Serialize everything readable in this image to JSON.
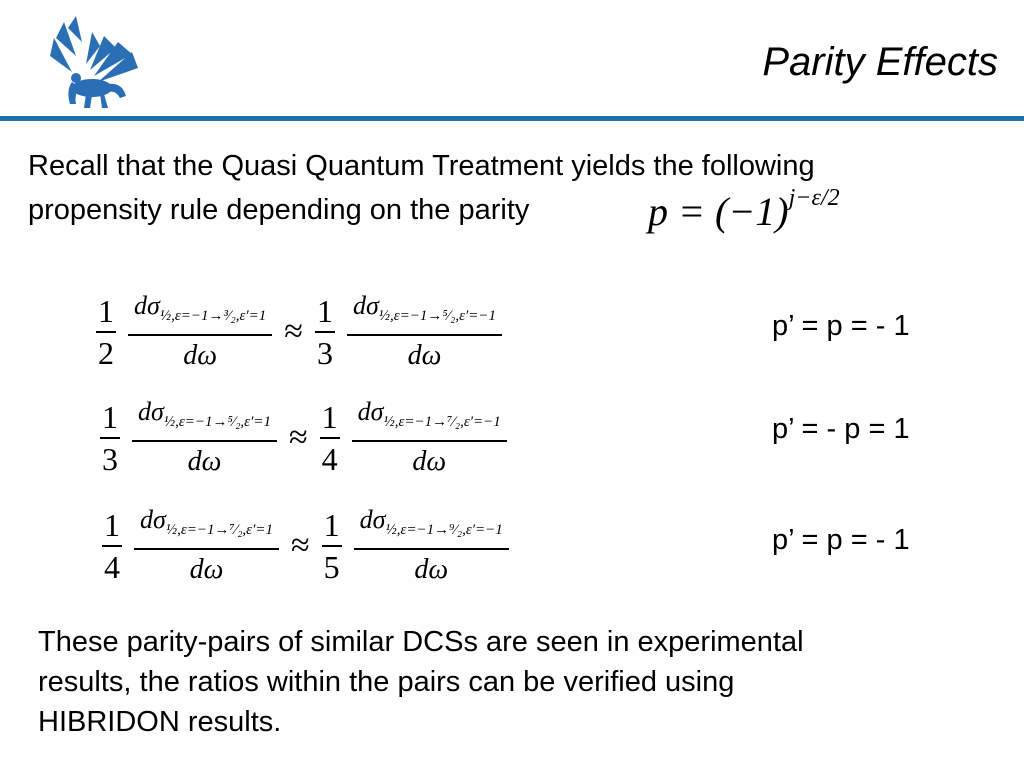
{
  "slide": {
    "title": "Parity Effects",
    "intro_lines": [
      "Recall that the Quasi Quantum Treatment yields the following",
      "propensity rule depending on the parity"
    ],
    "propensity_rule": {
      "lhs": "p = (−1)",
      "exponent": "j−ε/2"
    },
    "equations": [
      {
        "left_coef_num": "1",
        "left_coef_den": "2",
        "left_num": "dσ",
        "left_sub": "½,ε=−1→³⁄₂,ε′=1",
        "left_den": "dω",
        "approx": "≈",
        "right_coef_num": "1",
        "right_coef_den": "3",
        "right_num": "dσ",
        "right_sub": "½,ε=−1→⁵⁄₂,ε′=−1",
        "right_den": "dω",
        "parity": "p’ = p = - 1"
      },
      {
        "left_coef_num": "1",
        "left_coef_den": "3",
        "left_num": "dσ",
        "left_sub": "½,ε=−1→⁵⁄₂,ε′=1",
        "left_den": "dω",
        "approx": "≈",
        "right_coef_num": "1",
        "right_coef_den": "4",
        "right_num": "dσ",
        "right_sub": "½,ε=−1→⁷⁄₂,ε′=−1",
        "right_den": "dω",
        "parity": "p’ = - p = 1"
      },
      {
        "left_coef_num": "1",
        "left_coef_den": "4",
        "left_num": "dσ",
        "left_sub": "½,ε=−1→⁷⁄₂,ε′=1",
        "left_den": "dω",
        "approx": "≈",
        "right_coef_num": "1",
        "right_coef_den": "5",
        "right_num": "dσ",
        "right_sub": "½,ε=−1→⁹⁄₂,ε′=−1",
        "right_den": "dω",
        "parity": "p’ = p = - 1"
      }
    ],
    "conclusion_lines": [
      "These parity-pairs of similar DCSs are seen in experimental",
      "results, the ratios within the pairs can be verified using",
      "HIBRIDON results."
    ],
    "colors": {
      "rule": "#1f6fa8",
      "logo": "#2a6fb5"
    },
    "logo_icon": "griffin-logo-icon"
  }
}
